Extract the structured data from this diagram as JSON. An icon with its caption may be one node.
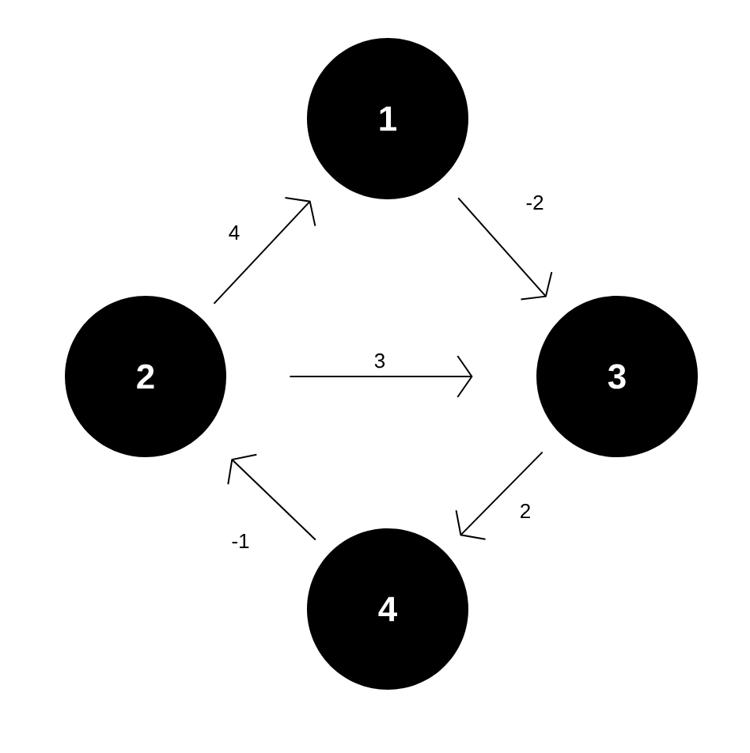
{
  "diagram": {
    "nodes": [
      {
        "text": [
          "1"
        ]
      },
      {
        "text": [
          "2"
        ]
      },
      {
        "text": [
          "3"
        ]
      },
      {
        "text": [
          "4"
        ]
      }
    ],
    "edges": [
      {
        "from": 1,
        "to": 0,
        "arrow": "to",
        "label": "4"
      },
      {
        "from": 0,
        "to": 2,
        "arrow": "to",
        "label": "-2"
      },
      {
        "from": 1,
        "to": 2,
        "arrow": "to",
        "label": "3"
      },
      {
        "from": 2,
        "to": 3,
        "arrow": "to",
        "label": "2"
      },
      {
        "from": 3,
        "to": 1,
        "arrow": "to",
        "label": "-1"
      }
    ]
  }
}
